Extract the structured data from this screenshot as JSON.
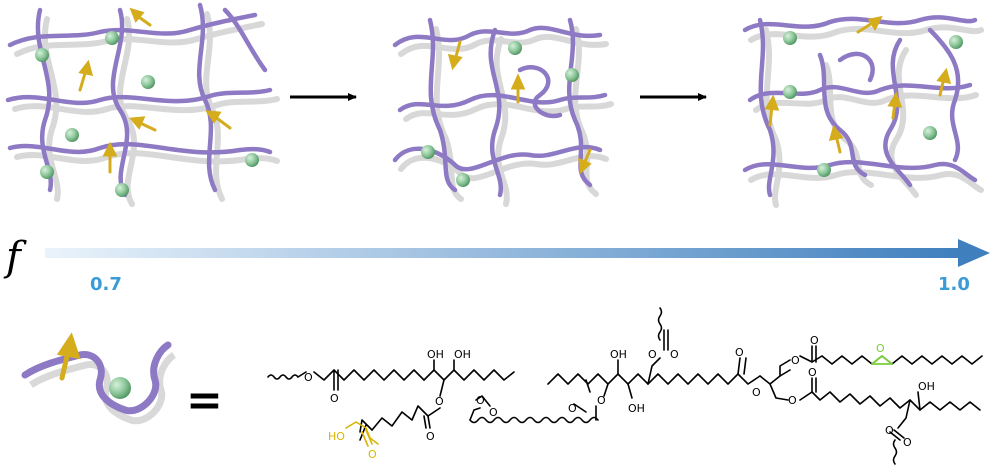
{
  "axis": {
    "symbol": "f",
    "start_label": "0.7",
    "end_label": "1.0",
    "gradient_start": "#eaf3fb",
    "gradient_end": "#3f7fbe"
  },
  "colors": {
    "strand": "#8e79c4",
    "strand_edge": "#5b47a0",
    "shadow": "#cfcfcf",
    "sphere": "#8ec89b",
    "arrow": "#d4ac1c",
    "acid": "#d9b400",
    "epoxide": "#7ccf3a"
  },
  "equation": {
    "equals": "="
  },
  "chemistry": {
    "atoms": {
      "oxygen": "O",
      "hydroxyl": "OH",
      "acid_oh": "HO"
    }
  }
}
